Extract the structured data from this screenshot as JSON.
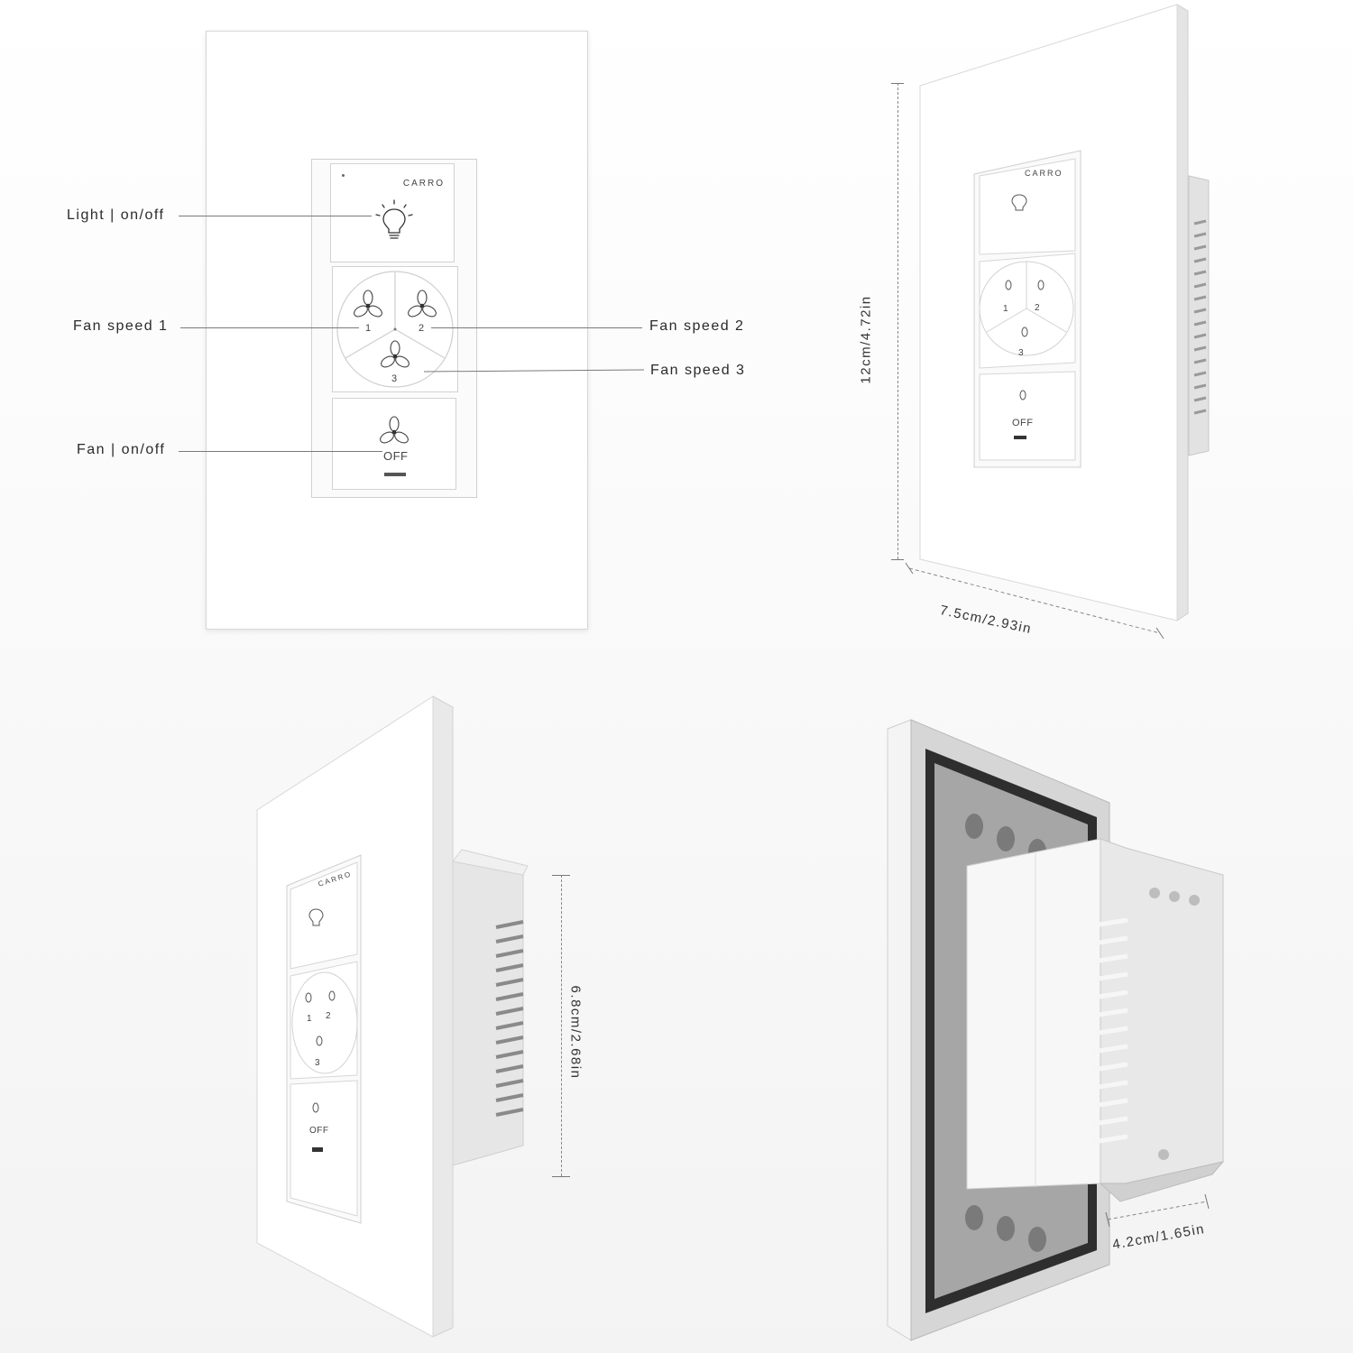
{
  "brand": "CARRO",
  "labels": {
    "light": "Light | on/off",
    "fan_speed_1": "Fan speed 1",
    "fan_speed_2": "Fan speed 2",
    "fan_speed_3": "Fan speed 3",
    "fan_onoff": "Fan | on/off"
  },
  "keys": {
    "speed_numbers": [
      "1",
      "2",
      "3"
    ],
    "off": "OFF"
  },
  "dimensions": {
    "height": "12cm/4.72in",
    "width": "7.5cm/2.93in",
    "depth": "6.8cm/2.68in",
    "box_width": "4.2cm/1.65in"
  },
  "icons": [
    "bulb-icon",
    "fan-icon",
    "led-indicator"
  ]
}
